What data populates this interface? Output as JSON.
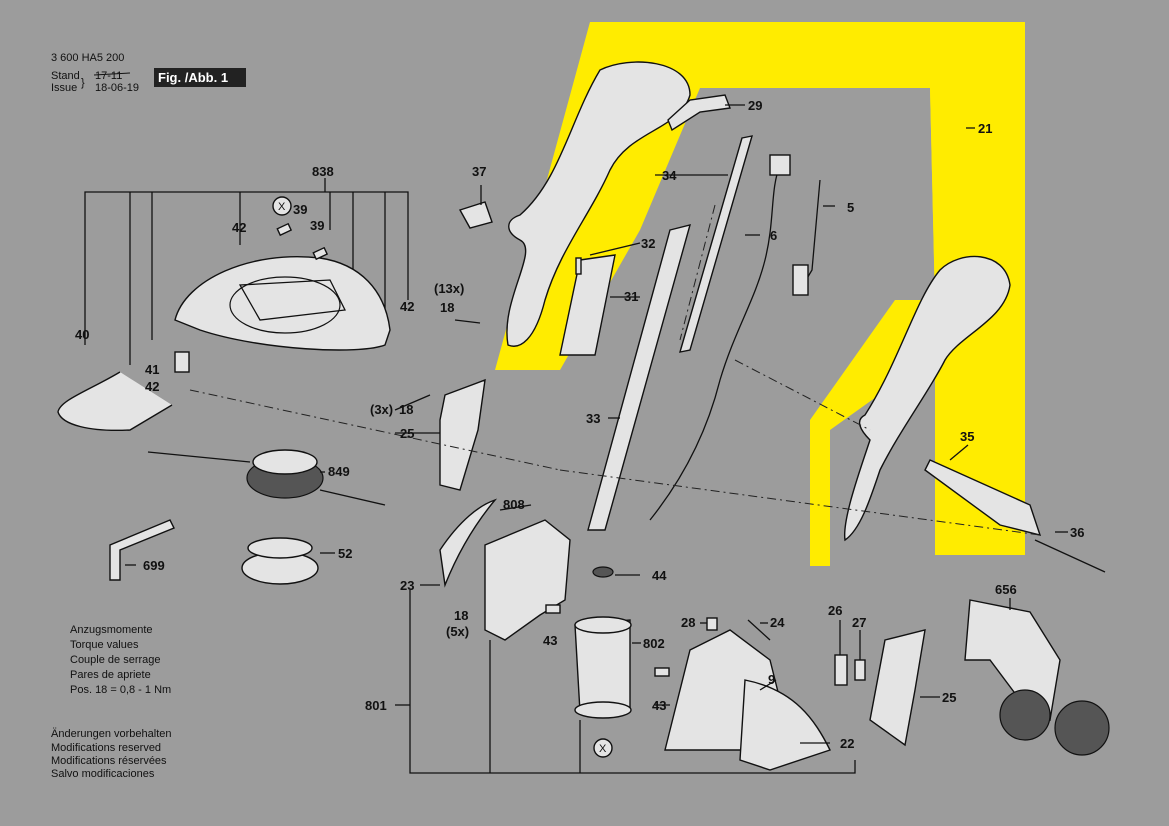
{
  "header": {
    "doc_number": "3 600 HA5 200",
    "stand_label": "Stand",
    "issue_label": "Issue",
    "old_date": "17-11",
    "new_date": "18-06-19",
    "fig_label": "Fig. /Abb. 1"
  },
  "torque_note": {
    "lines": [
      "Anzugsmomente",
      "Torque values",
      "Couple de serrage",
      "Pares de apriete",
      "Pos.   18 = 0,8 - 1 Nm"
    ]
  },
  "modifications_note": {
    "lines": [
      "Änderungen vorbehalten",
      "Modifications reserved",
      "Modifications réservées",
      "Salvo modificaciones"
    ]
  },
  "labels": {
    "p838": "838",
    "p42a": "42",
    "p39a": "39",
    "p39b": "39",
    "p42b": "42",
    "p40": "40",
    "p41": "41",
    "p42c": "42",
    "p849": "849",
    "p699": "699",
    "p52": "52",
    "p37": "37",
    "p29": "29",
    "p21": "21",
    "p34": "34",
    "p5": "5",
    "p6": "6",
    "p32": "32",
    "p31": "31",
    "p13x": "(13x)",
    "p18a": "18",
    "p3x": "(3x)",
    "p18b": "18",
    "p25a": "25",
    "p33": "33",
    "p35": "35",
    "p36": "36",
    "p808": "808",
    "p44": "44",
    "p23": "23",
    "p18c": "18",
    "p5x": "(5x)",
    "p43a": "43",
    "p802": "802",
    "p28": "28",
    "p24": "24",
    "p26": "26",
    "p27": "27",
    "p656": "656",
    "p9": "9",
    "p43b": "43",
    "p25b": "25",
    "p22": "22",
    "p801": "801",
    "xa": "X",
    "xb": "X"
  }
}
